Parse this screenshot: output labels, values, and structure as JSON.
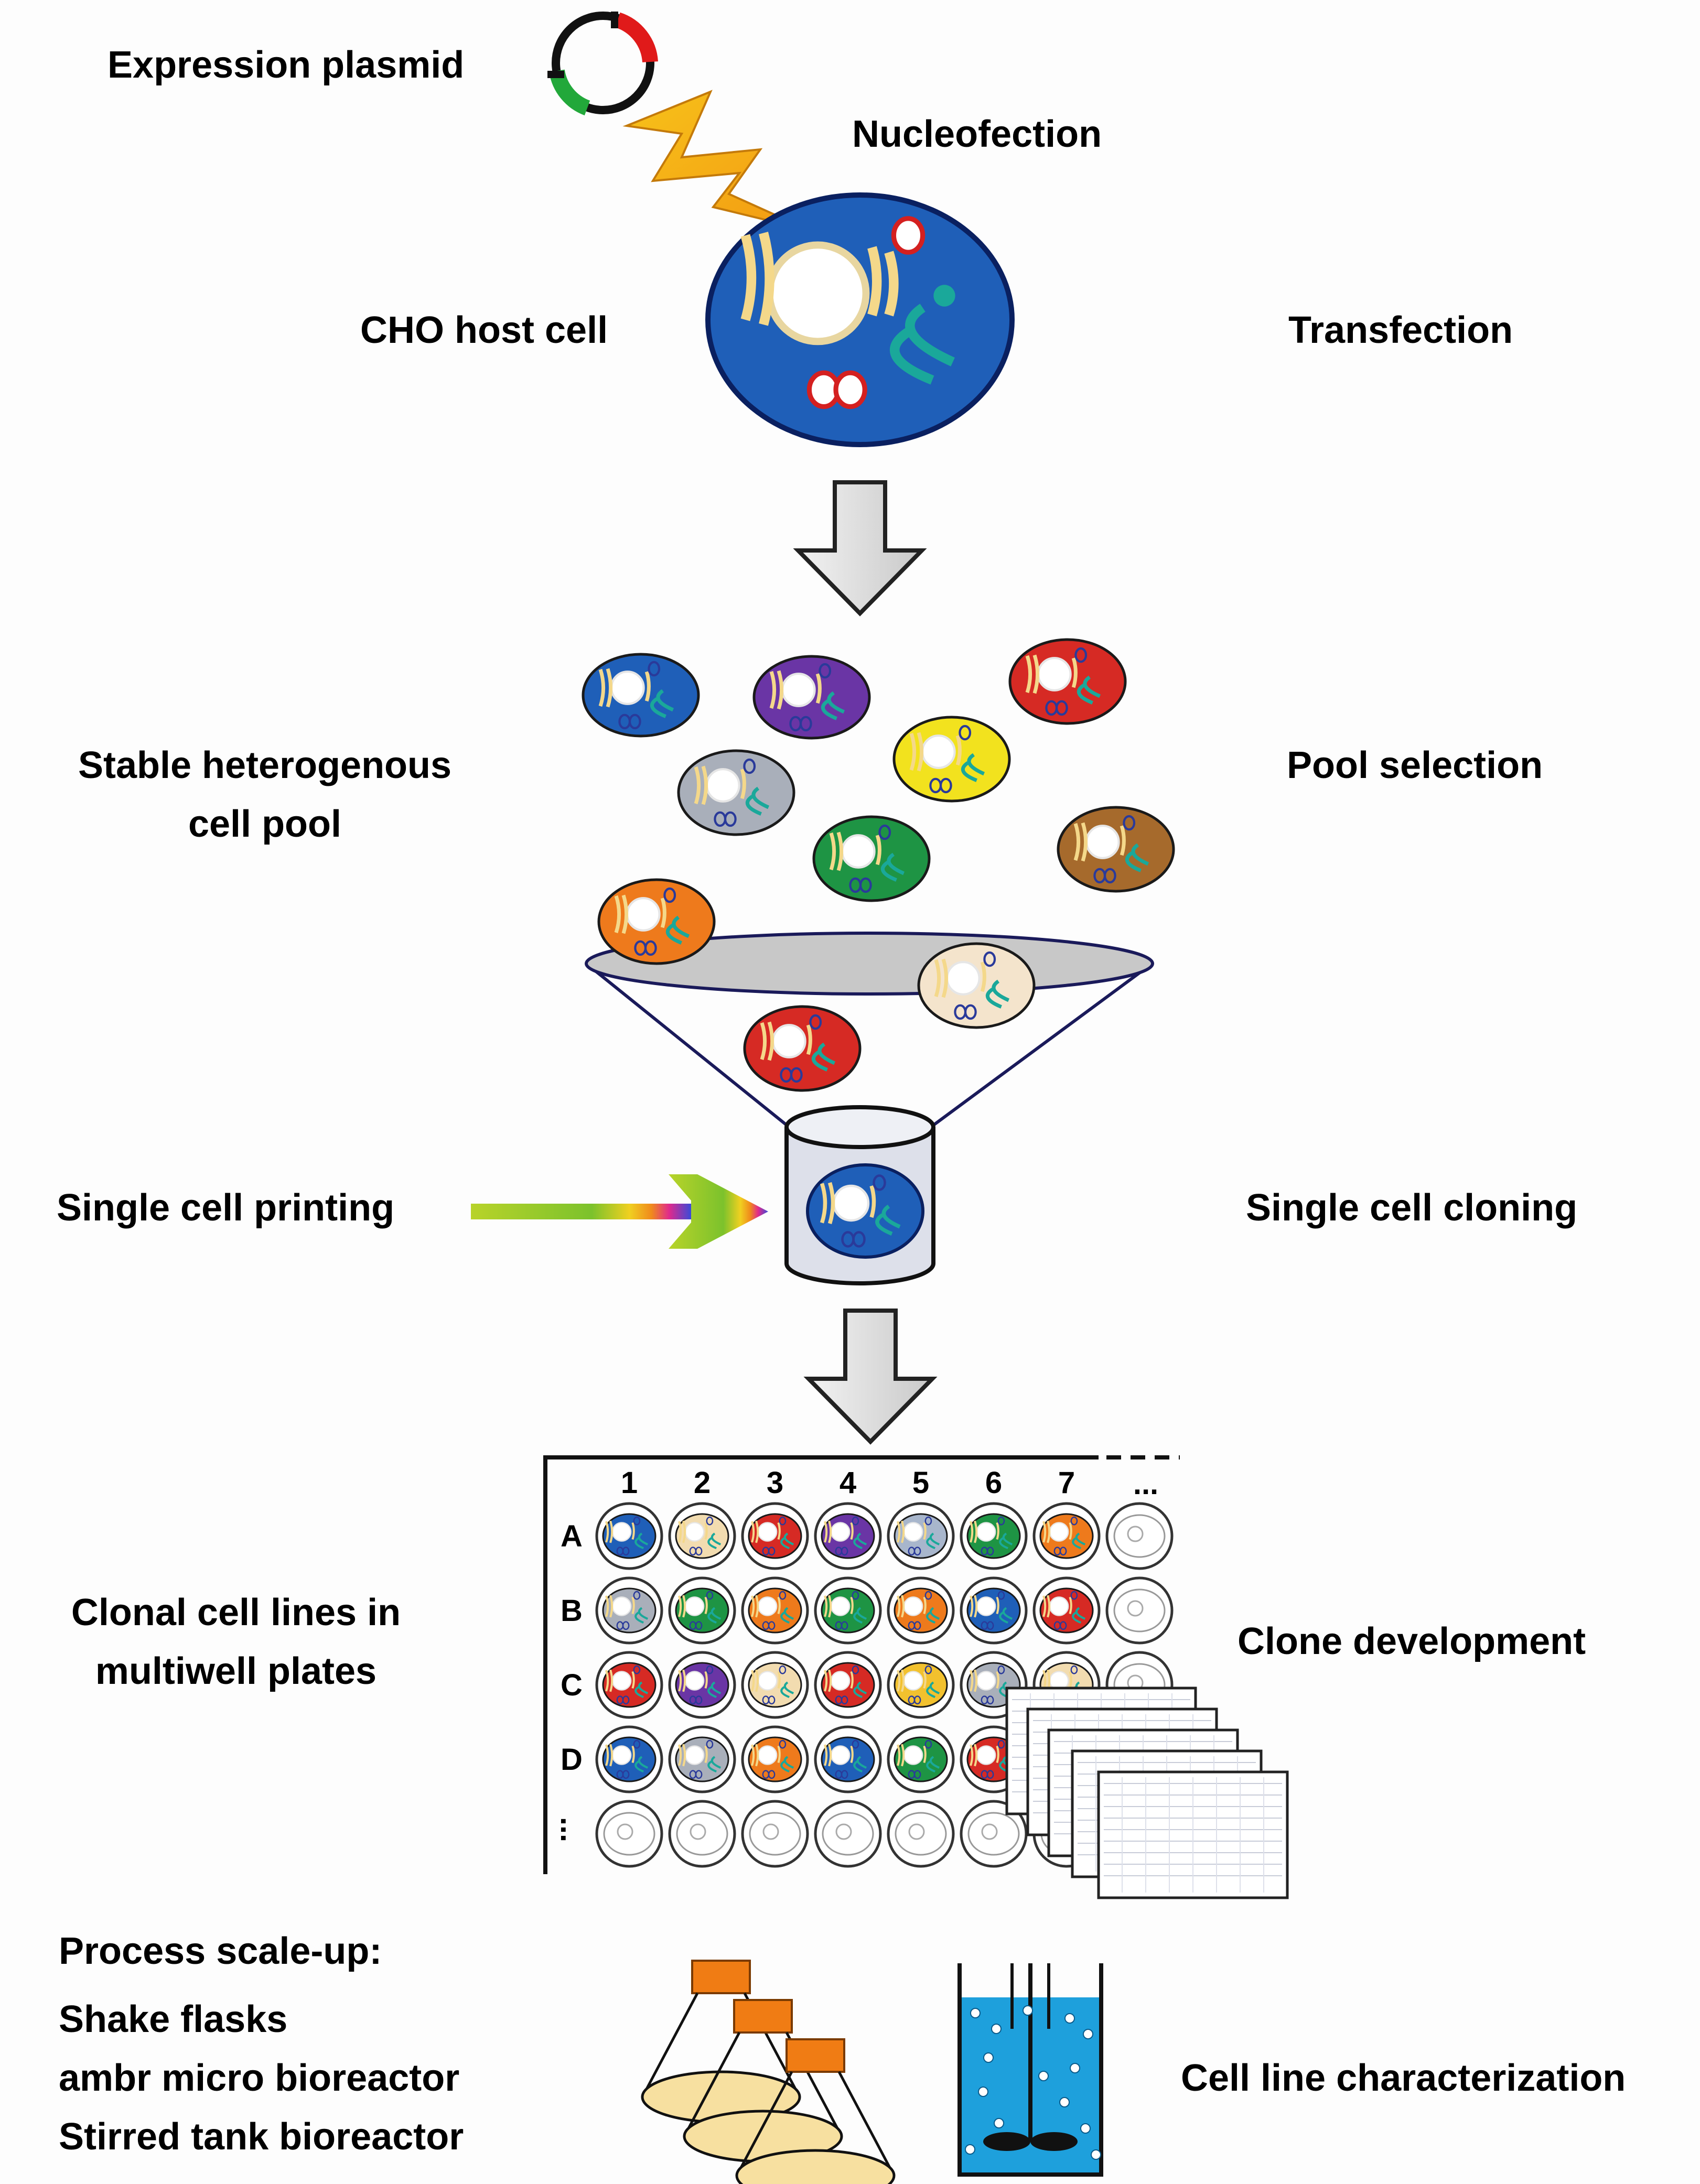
{
  "labels": {
    "expression_plasmid": "Expression plasmid",
    "nucleofection": "Nucleofection",
    "cho_host_cell": "CHO host cell",
    "transfection": "Transfection",
    "stable_pool_line1": "Stable heterogenous",
    "stable_pool_line2": "cell pool",
    "pool_selection": "Pool selection",
    "single_cell_printing": "Single cell printing",
    "single_cell_cloning": "Single cell cloning",
    "clonal_line1": "Clonal cell lines in",
    "clonal_line2": "multiwell plates",
    "clone_development": "Clone development",
    "scaleup_title": "Process scale-up:",
    "scaleup_item1": "Shake flasks",
    "scaleup_item2": "ambr micro bioreactor",
    "scaleup_item3": "Stirred tank bioreactor",
    "cell_line_characterization": "Cell line characterization"
  },
  "plate": {
    "columns": [
      "1",
      "2",
      "3",
      "4",
      "5",
      "6",
      "7"
    ],
    "more_columns": "...",
    "rows": [
      "A",
      "B",
      "C",
      "D"
    ],
    "more_rows": "...",
    "wells": [
      [
        "#1f5fb8",
        "#f2dcb0",
        "#d62a24",
        "#6a35a5",
        "#a8b6cc",
        "#1e9444",
        "#ee7a1c",
        "empty"
      ],
      [
        "#a9afba",
        "#1e9444",
        "#ee7a1c",
        "#1e9444",
        "#ee7a1c",
        "#1f5fb8",
        "#d62a24",
        "empty"
      ],
      [
        "#d62a24",
        "#6a35a5",
        "#f2dcb0",
        "#d62a24",
        "#f2c12e",
        "#a9afba",
        "#f2dcb0",
        "empty"
      ],
      [
        "#1f5fb8",
        "#a9afba",
        "#ee7a1c",
        "#1f5fb8",
        "#1e9444",
        "#d62a24",
        "empty",
        "empty"
      ]
    ]
  },
  "colors": {
    "host_cell": "#1f5fb8",
    "lightning": "#f5a51a",
    "arrow_fill": "#d9d9d9",
    "reactor_liquid": "#1ea0dc",
    "flask_cap": "#f07c14",
    "flask_base": "#f7e0a0"
  },
  "pool_cells": [
    {
      "color": "#1f5fb8"
    },
    {
      "color": "#6a35a5"
    },
    {
      "color": "#d62a24"
    },
    {
      "color": "#f2e21e"
    },
    {
      "color": "#a9afba"
    },
    {
      "color": "#1e9444"
    },
    {
      "color": "#a66a2c"
    },
    {
      "color": "#ee7a1c"
    },
    {
      "color": "#f4e4cc"
    },
    {
      "color": "#d62a24"
    }
  ]
}
